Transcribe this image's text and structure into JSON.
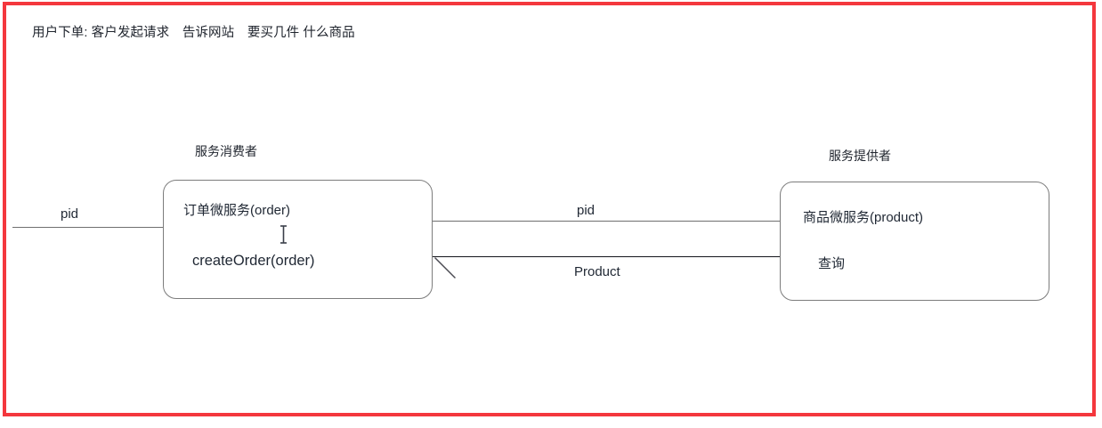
{
  "frame": {
    "accent_color": "#f4373d",
    "name": "red-annotation-frame"
  },
  "title": {
    "text": "用户下单: 客户发起请求　告诉网站　要买几件 什么商品"
  },
  "diagram": {
    "consumer": {
      "caption": "服务消费者",
      "title": "订单微服务(order)",
      "method": "createOrder(order)"
    },
    "provider": {
      "caption": "服务提供者",
      "title": "商品微服务(product)",
      "method": "查询"
    },
    "edges": {
      "incoming_request": "pid",
      "request_param": "pid",
      "response_payload": "Product"
    },
    "stroke_color": "#7c7c7c",
    "text_color": "#1f2733"
  },
  "cursor": {
    "type": "text-caret-icon"
  }
}
